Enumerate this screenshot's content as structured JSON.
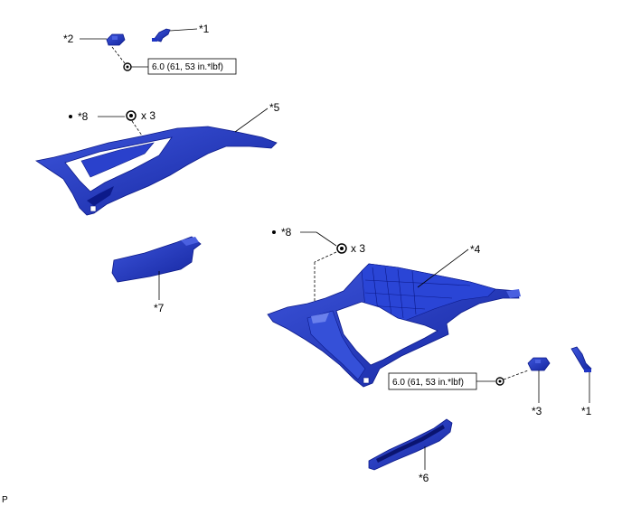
{
  "labels": {
    "p1_top": "*1",
    "p1_bottom": "*1",
    "p2": "*2",
    "p3": "*3",
    "p4": "*4",
    "p5": "*5",
    "p6": "*6",
    "p7": "*7",
    "p8_top": "*8",
    "p8_bottom": "*8",
    "qty_top": "x 3",
    "qty_bottom": "x 3",
    "corner": "P"
  },
  "torque": {
    "top": "6.0 (61, 53 in.*lbf)",
    "bottom": "6.0 (61, 53 in.*lbf)"
  },
  "colors": {
    "part_fill": "#1f35c4",
    "part_dark": "#0c1a8a",
    "part_light": "#4a60e0",
    "line": "#000000"
  }
}
